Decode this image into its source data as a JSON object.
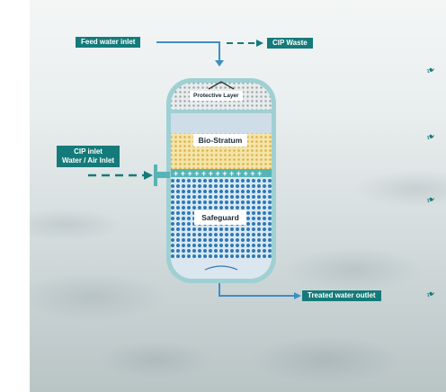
{
  "labels": {
    "feed_inlet": "Feed water inlet",
    "cip_waste": "CIP Waste",
    "protective_layer": "Protective Layer",
    "bio_stratum": "Bio-Stratum",
    "cip_inlet_line1": "CIP inlet",
    "cip_inlet_line2": "Water / Air Inlet",
    "safeguard": "Safeguard",
    "treated_outlet": "Treated water outlet"
  },
  "icons": [
    "leaf-bullet-icon",
    "leaf-bullet-icon",
    "leaf-bullet-icon",
    "leaf-bullet-icon"
  ],
  "colors": {
    "teal": "#157a7a",
    "flow_blue": "#3d8fc6",
    "vessel_wall": "#9fd0d3",
    "bio_layer": "#e8c96a",
    "safeguard_layer": "#2f79b5",
    "separator": "#56b4b6"
  }
}
